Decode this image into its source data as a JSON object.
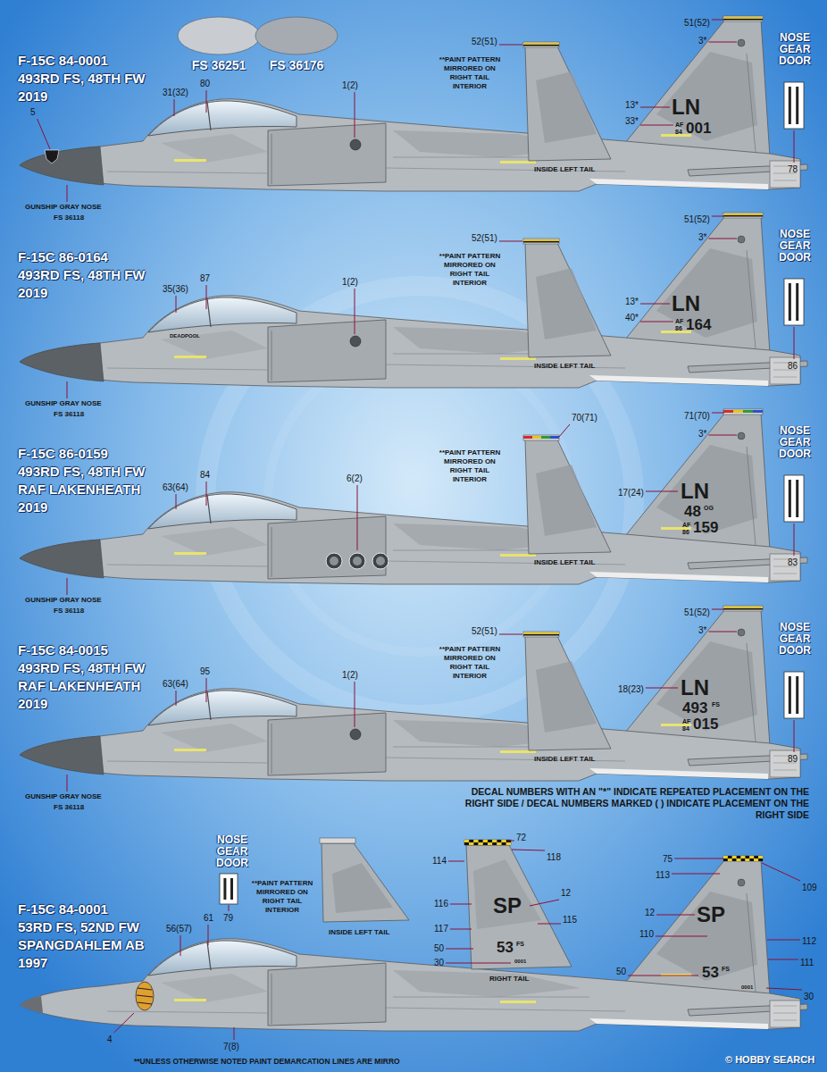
{
  "diagram": {
    "labels": [
      "F-15C 84-0001",
      "493RD FS, 48TH FW",
      "2019",
      "5",
      "31(32)",
      "80",
      "1(2)",
      "GUNSHIP GRAY NOSE",
      "FS 36118",
      "**PAINT PATTERN MIRRORED ON RIGHT TAIL INTERIOR",
      "INSIDE LEFT TAIL",
      "52(51)",
      "51(52)",
      "3*",
      "13*",
      "LN",
      "33*",
      "AF",
      "84",
      "001",
      "NOSE GEAR DOOR",
      "78",
      "F-15C 86-0164",
      "493RD FS, 48TH FW",
      "2019",
      "35(36)",
      "87",
      "DEADPOOL",
      "1(2)",
      "GUNSHIP GRAY NOSE",
      "FS 36118",
      "**PAINT PATTERN MIRRORED ON RIGHT TAIL INTERIOR",
      "INSIDE LEFT TAIL",
      "52(51)",
      "51(52)",
      "3*",
      "13*",
      "LN",
      "40*",
      "AF",
      "86",
      "164",
      "NOSE GEAR DOOR",
      "86",
      "F-15C 86-0159",
      "493RD FS, 48TH FW",
      "RAF LAKENHEATH",
      "2019",
      "63(64)",
      "84",
      "6(2)",
      "GUNSHIP GRAY NOSE",
      "FS 36118",
      "**PAINT PATTERN MIRRORED ON RIGHT TAIL INTERIOR",
      "INSIDE LEFT TAIL",
      "70(71)",
      "71(70)",
      "3*",
      "17(24)",
      "LN",
      "48",
      "OG",
      "AF",
      "86",
      "159",
      "NOSE GEAR DOOR",
      "83",
      "F-15C 84-0015",
      "493RD FS, 48TH FW",
      "RAF LAKENHEATH",
      "2019",
      "63(64)",
      "95",
      "1(2)",
      "GUNSHIP GRAY NOSE",
      "FS 36118",
      "**PAINT PATTERN MIRRORED ON RIGHT TAIL INTERIOR",
      "INSIDE LEFT TAIL",
      "52(51)",
      "51(52)",
      "3*",
      "18(23)",
      "LN",
      "493",
      "FS",
      "AF",
      "84",
      "015",
      "NOSE GEAR DOOR",
      "89",
      "DECAL NUMBERS WITH AN \"*\" INDICATE REPEATED PLACEMENT ON THE RIGHT SIDE / DECAL NUMBERS MARKED ( ) INDICATE PLACEMENT ON THE RIGHT SIDE",
      "NOSE GEAR DOOR",
      "79",
      "F-15C 84-0001",
      "53RD FS, 52ND FW",
      "SPANGDAHLEM AB",
      "1997",
      "56(57)",
      "61",
      "4",
      "7(8)",
      "**PAINT PATTERN MIRRORED ON RIGHT TAIL INTERIOR",
      "INSIDE LEFT TAIL",
      "RIGHT TAIL",
      "114",
      "72",
      "118",
      "116",
      "SP",
      "12",
      "115",
      "117",
      "50",
      "53",
      "FS",
      "30",
      "0001",
      "75",
      "113",
      "109",
      "12",
      "SP",
      "112",
      "110",
      "111",
      "50",
      "53",
      "FS",
      "30",
      "0001",
      "**UNLESS OTHERWISE NOTED PAINT DEMARCATION LINES ARE MIRRO",
      "© HOBBY SEARCH"
    ],
    "legend": [
      {
        "text": "FS 36251",
        "color": "#c9ccd0"
      },
      {
        "text": "FS 36176",
        "color": "#a6abb1"
      }
    ]
  }
}
